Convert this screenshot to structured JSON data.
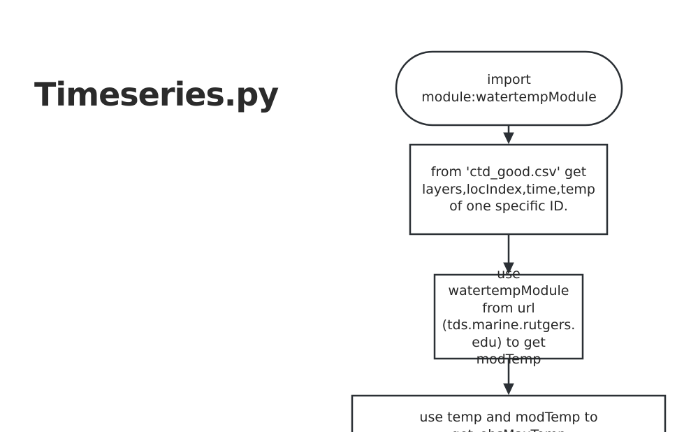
{
  "page": {
    "title": "Timeseries.py"
  },
  "flowchart": {
    "nodes": [
      {
        "id": "n1",
        "shape": "terminator",
        "text": "import\nmodule:watertempModule"
      },
      {
        "id": "n2",
        "shape": "process",
        "text": "from 'ctd_good.csv' get\nlayers,locIndex,time,temp\nof one specific ID."
      },
      {
        "id": "n3",
        "shape": "process",
        "text": "use\nwatertempModule\nfrom url\n(tds.marine.rutgers.\nedu) to get\nmodTemp"
      },
      {
        "id": "n4",
        "shape": "process",
        "text": "use temp and modTemp to\nget_obsMaxTemp"
      }
    ],
    "edges": [
      {
        "from": "n1",
        "to": "n2"
      },
      {
        "from": "n2",
        "to": "n3"
      },
      {
        "from": "n3",
        "to": "n4"
      }
    ],
    "colors": {
      "stroke": "#2b3035",
      "text": "#262626",
      "background": "#ffffff"
    }
  }
}
